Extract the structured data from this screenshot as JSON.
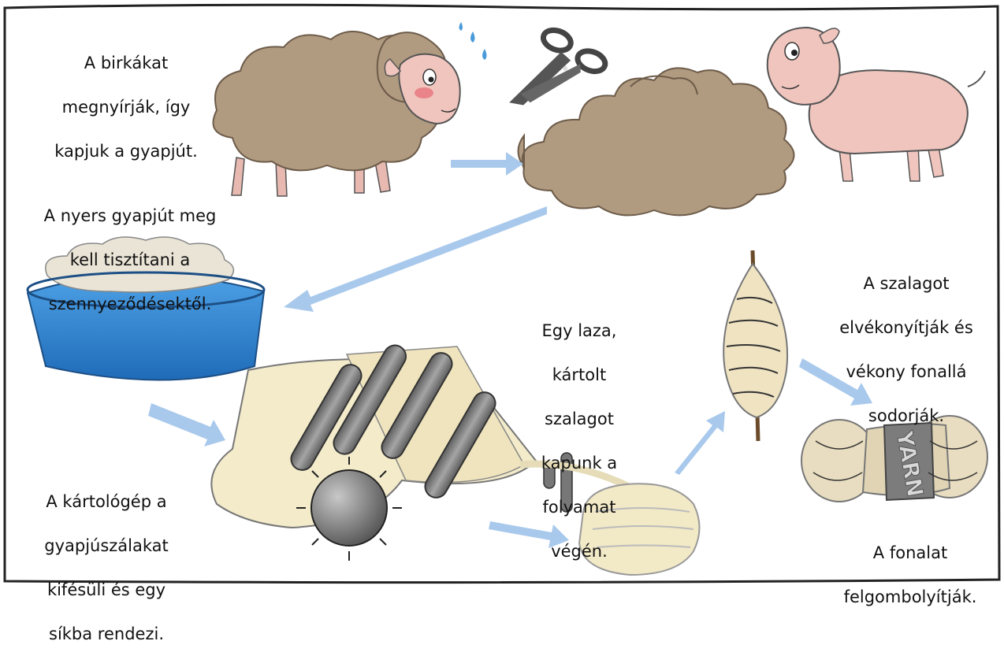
{
  "captions": {
    "shearing": [
      "A birkákat",
      "megnyírják, így",
      "kapjuk a gyapjút."
    ],
    "cleaning": [
      "A nyers gyapjút meg",
      "kell tisztítani a",
      "szennyeződésektől."
    ],
    "carding": [
      "A kártológép a",
      "gyapjúszálakat",
      "kifésüli és egy",
      "síkba rendezi."
    ],
    "sliver": [
      "Egy laza,",
      "kártolt",
      "szalagot",
      "kapunk a",
      "folyamat",
      "végén."
    ],
    "spinning": [
      "A szalagot",
      "elvékonyítják és",
      "vékony fonallá",
      "sodorják."
    ],
    "balling": [
      "A fonalat",
      "felgombolyítják."
    ]
  },
  "yarn_label": "YARN",
  "colors": {
    "wool": "#b39f88",
    "wool_dark": "#8e7b66",
    "sheep_skin": "#f0c5be",
    "basin": "#2f83cf",
    "arrow": "#a9c9ec",
    "roller": "#8a8a8a",
    "sliver": "#f2e9c6",
    "border": "#222222"
  }
}
